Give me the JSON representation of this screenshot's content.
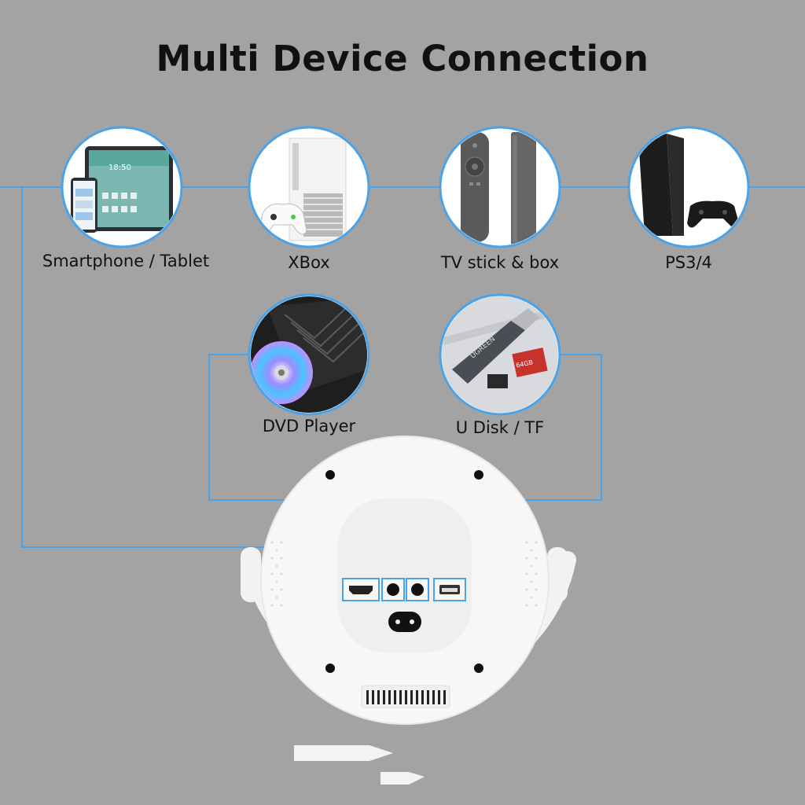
{
  "title": "Multi Device Connection",
  "devices": [
    {
      "id": "smartphone",
      "label": "Smartphone / Tablet",
      "icon": "tablet-phone-icon"
    },
    {
      "id": "xbox",
      "label": "XBox",
      "icon": "xbox-console-icon"
    },
    {
      "id": "tvstick",
      "label": "TV stick & box",
      "icon": "tv-stick-remote-icon"
    },
    {
      "id": "ps",
      "label": "PS3/4",
      "icon": "playstation-console-icon"
    },
    {
      "id": "dvd",
      "label": "DVD Player",
      "icon": "dvd-drive-icon"
    },
    {
      "id": "udisk",
      "label": "U Disk / TF",
      "icon": "usb-card-reader-icon"
    }
  ],
  "ports": [
    {
      "name": "HDMI",
      "icon": "hdmi-port-icon"
    },
    {
      "name": "AV",
      "icon": "av-jack-icon"
    },
    {
      "name": "AV",
      "icon": "av-jack-icon"
    },
    {
      "name": "USB",
      "icon": "usb-port-icon"
    }
  ],
  "card_labels": {
    "sd_capacity": "64GB",
    "brand": "UGREEN"
  },
  "colors": {
    "connector_line": "#4aa3e8",
    "background": "#a3a3a3",
    "circle_ring": "#4aa3e8"
  }
}
